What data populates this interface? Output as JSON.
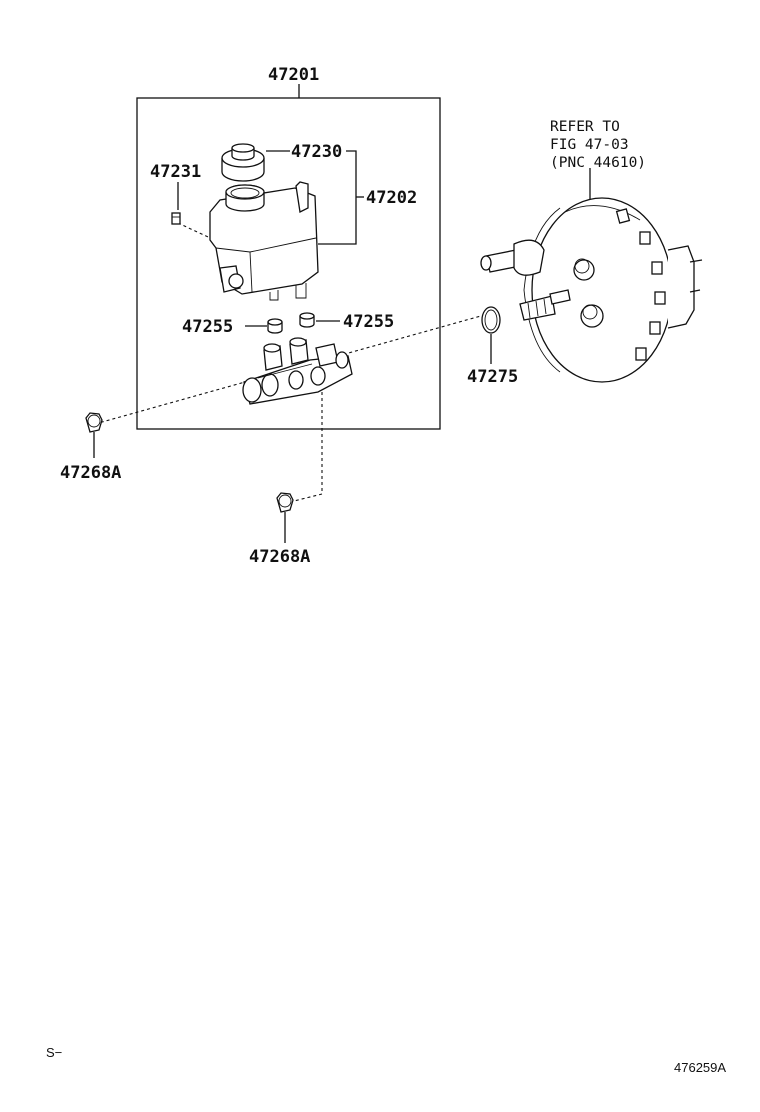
{
  "diagram": {
    "labels": {
      "assembly": "47201",
      "cap": "47230",
      "reservoir": "47202",
      "pin": "47231",
      "grommet_left": "47255",
      "grommet_right": "47255",
      "oring": "47275",
      "nut_left": "47268A",
      "nut_bottom": "47268A"
    },
    "refer_note": {
      "line1": "REFER TO",
      "line2": "FIG 47-03",
      "line3": "(PNC 44610)"
    },
    "footer": {
      "left": "S−",
      "right": "476259A"
    }
  }
}
